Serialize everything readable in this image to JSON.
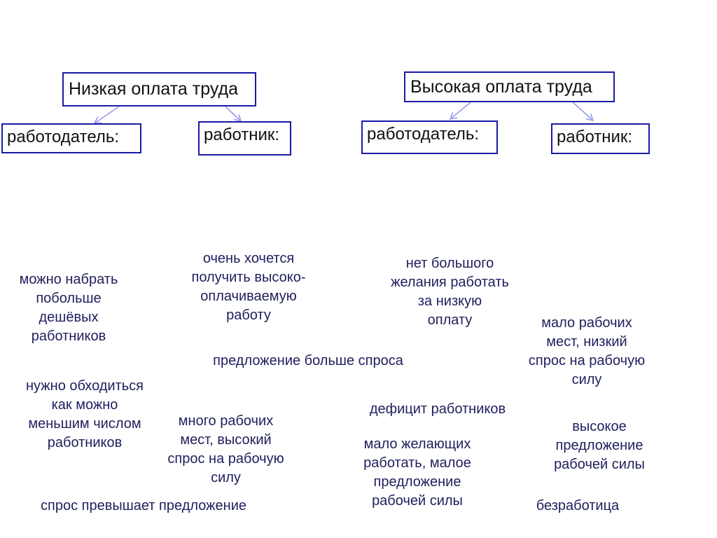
{
  "headers": {
    "low": "Низкая оплата труда",
    "high": "Высокая оплата труда"
  },
  "subheaders": {
    "low_employer": "работодатель:",
    "low_worker": "работник:",
    "high_employer": "работодатель:",
    "high_worker": "работник:"
  },
  "phrases": {
    "p1": "можно набрать\nпобольше\nдешёвых\nработников",
    "p2": "очень хочется\nполучить высоко-\nоплачиваемую\nработу",
    "p3": "нет большого\nжелания работать\nза низкую\nоплату",
    "p4": "мало рабочих\nмест, низкий\nспрос на рабочую\nсилу",
    "p5": "предложение больше спроса",
    "p6": "нужно обходиться\nкак можно\nменьшим числом\nработников",
    "p7": "дефицит работников",
    "p8": "много рабочих\nмест, высокий\nспрос на рабочую\nсилу",
    "p9": "мало желающих\nработать, малое\nпредложение\nрабочей силы",
    "p10": "высокое\nпредложение\nрабочей силы",
    "p11": "спрос превышает предложение",
    "p12": "безработица"
  },
  "colors": {
    "box_border": "#1a1aa8",
    "arrow": "#9a9af0",
    "phrase_text": "#1f1f5e"
  }
}
